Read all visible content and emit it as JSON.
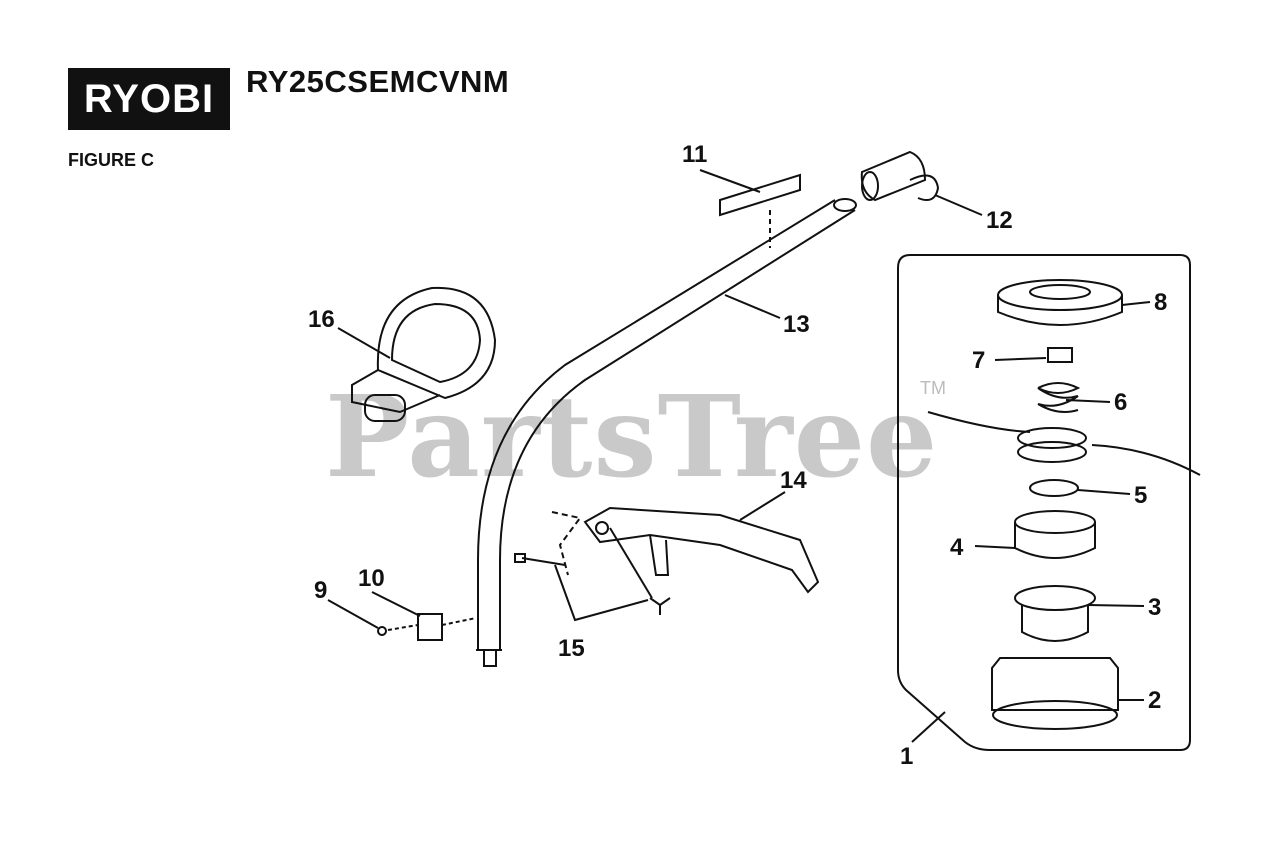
{
  "header": {
    "logo_text": "RYOBI",
    "model": "RY25CSEMCVNM",
    "figure": "FIGURE C"
  },
  "watermark": {
    "text": "PartsTree",
    "tm": "TM"
  },
  "callouts": [
    "1",
    "2",
    "3",
    "4",
    "5",
    "6",
    "7",
    "8",
    "9",
    "10",
    "11",
    "12",
    "13",
    "14",
    "15",
    "16"
  ],
  "colors": {
    "ink": "#111111",
    "watermark": "#c9c9c9"
  }
}
